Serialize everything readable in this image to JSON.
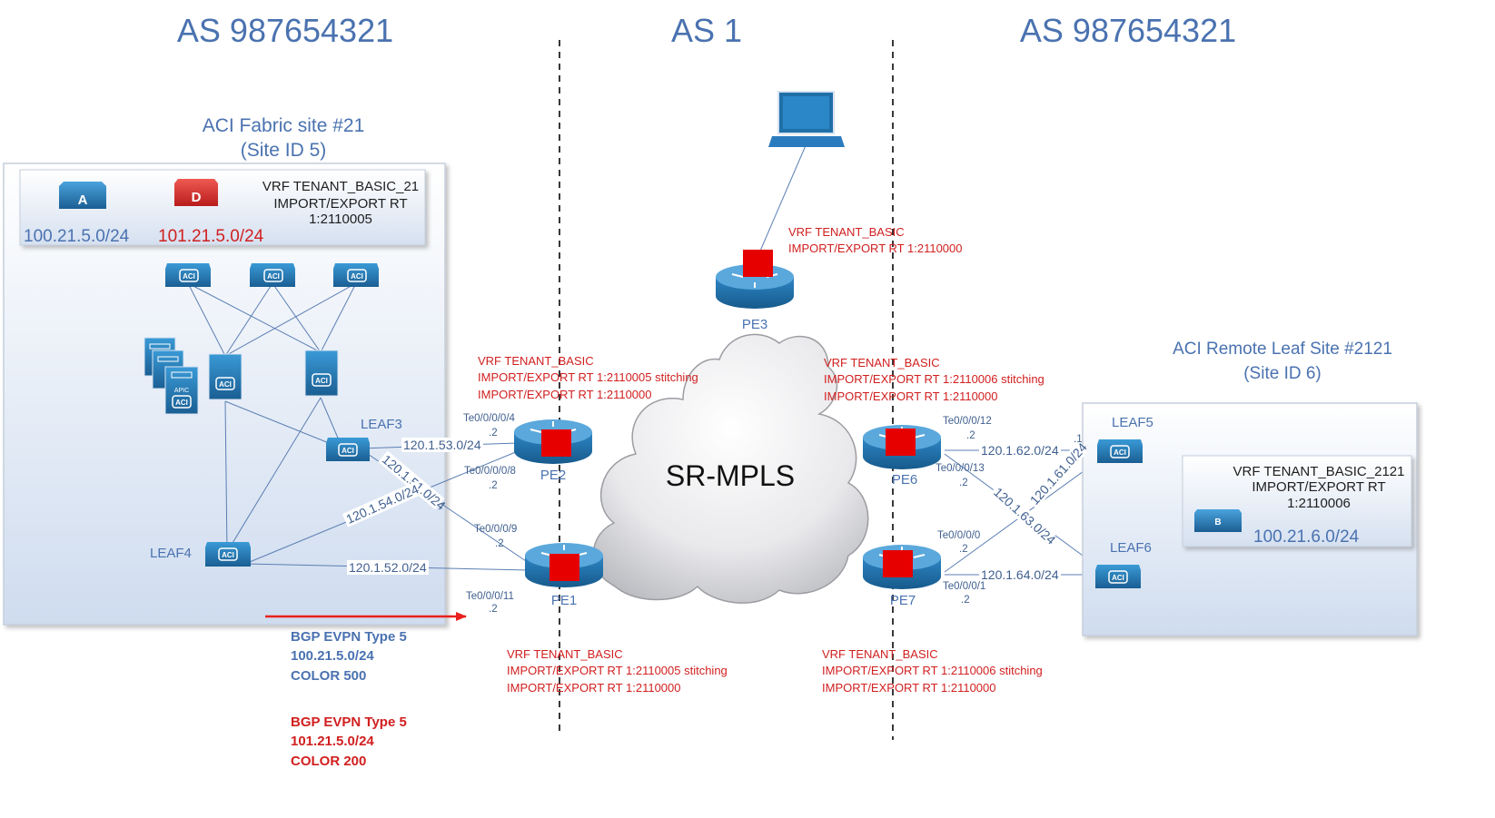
{
  "as_labels": {
    "left": "AS 987654321",
    "middle": "AS 1",
    "right": "AS 987654321"
  },
  "site21": {
    "title_line1": "ACI Fabric site #21",
    "title_line2": "(Site ID 5)",
    "epg_a_letter": "A",
    "epg_d_letter": "D",
    "subnet_blue": "100.21.5.0/24",
    "subnet_red": "101.21.5.0/24",
    "vrf_line1": "VRF TENANT_BASIC_21",
    "vrf_line2": "IMPORT/EXPORT RT",
    "vrf_line3": "1:2110005",
    "apic_label": "APIC",
    "aci_badge": "ACI",
    "leaf3": "LEAF3",
    "leaf4": "LEAF4"
  },
  "site2121": {
    "title_line1": "ACI Remote Leaf Site #2121",
    "title_line2": "(Site ID 6)",
    "vrf_line1": "VRF TENANT_BASIC_2121",
    "vrf_line2": "IMPORT/EXPORT RT",
    "vrf_line3": "1:2110006",
    "epg_b_letter": "B",
    "subnet": "100.21.6.0/24",
    "leaf5": "LEAF5",
    "leaf6": "LEAF6"
  },
  "core": {
    "cloud_label": "SR-MPLS",
    "pe1": "PE1",
    "pe2": "PE2",
    "pe3": "PE3",
    "pe6": "PE6",
    "pe7": "PE7"
  },
  "vrf_notes": {
    "pe3": [
      "VRF TENANT_BASIC",
      "IMPORT/EXPORT RT 1:2110000"
    ],
    "pe2": [
      "VRF TENANT_BASIC",
      "IMPORT/EXPORT RT 1:2110005 stitching",
      "IMPORT/EXPORT RT 1:2110000"
    ],
    "pe6": [
      "VRF TENANT_BASIC",
      "IMPORT/EXPORT RT 1:2110006 stitching",
      "IMPORT/EXPORT RT 1:2110000"
    ],
    "pe1": [
      "VRF TENANT_BASIC",
      "IMPORT/EXPORT RT 1:2110005 stitching",
      "IMPORT/EXPORT RT 1:2110000"
    ],
    "pe7": [
      "VRF TENANT_BASIC",
      "IMPORT/EXPORT RT 1:2110006 stitching",
      "IMPORT/EXPORT RT 1:2110000"
    ]
  },
  "links": {
    "leaf3_pe2": "120.1.53.0/24",
    "leaf3_pe1": "120.1.51.0/24",
    "leaf4_pe2": "120.1.54.0/24",
    "leaf4_pe1": "120.1.52.0/24",
    "pe6_leaf5": "120.1.62.0/24",
    "pe7_leaf5": "120.1.61.0/24",
    "pe6_leaf6": "120.1.63.0/24",
    "pe7_leaf6": "120.1.64.0/24"
  },
  "interfaces": {
    "pe2_a": "Te0/0/0/0/4",
    "pe2_a_ip": ".2",
    "pe2_b": "Te0/0/0/0/8",
    "pe2_b_ip": ".2",
    "pe1_a": "Te0/0/0/9",
    "pe1_a_ip": ".2",
    "pe1_b": "Te0/0/0/11",
    "pe1_b_ip": ".2",
    "pe6_a": "Te0/0/0/12",
    "pe6_a_ip": ".2",
    "pe6_b": "Te0/0/0/13",
    "pe6_b_ip": ".2",
    "pe7_a": "Te0/0/0/0",
    "pe7_a_ip": ".2",
    "pe7_b": "Te0/0/0/1",
    "pe7_b_ip": ".2",
    "leaf5_ip": ".1"
  },
  "bgp_notes": {
    "blue": [
      "BGP EVPN Type 5",
      "100.21.5.0/24",
      "COLOR 500"
    ],
    "red": [
      "BGP EVPN Type 5",
      "101.21.5.0/24",
      "COLOR 200"
    ]
  },
  "colors": {
    "blue_text": "#4a72b0",
    "red_text": "#d11f1f",
    "router_fill": "#1f6fa8",
    "router_highlight": "#e60000",
    "link": "#5b7fb3",
    "arrow": "#e8211d"
  },
  "icons": [
    "router-icon",
    "aci-switch-icon",
    "laptop-icon",
    "cloud-icon",
    "apic-server-icon",
    "epg-icon"
  ]
}
